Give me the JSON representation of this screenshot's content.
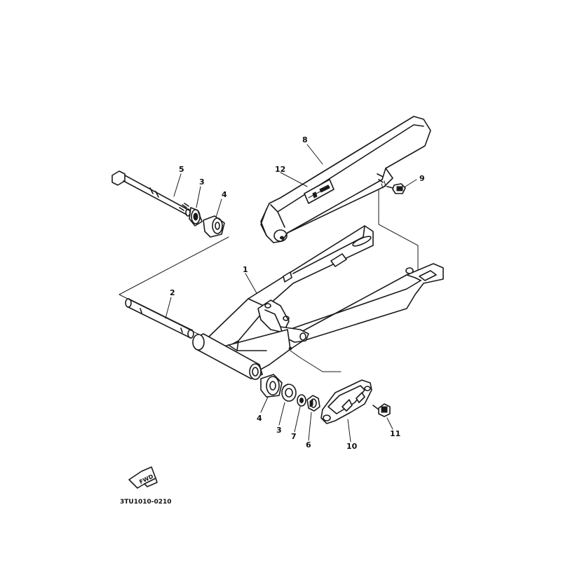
{
  "callouts": {
    "p1": "1",
    "p2": "2",
    "p3_upper": "3",
    "p3_lower": "3",
    "p4_upper": "4",
    "p4_lower": "4",
    "p5": "5",
    "p6": "6",
    "p7": "7",
    "p8": "8",
    "p9": "9",
    "p10": "10",
    "p11": "11",
    "p12": "12"
  },
  "fwd_label": "FWD",
  "diagram_code": "3TU1010-0210"
}
